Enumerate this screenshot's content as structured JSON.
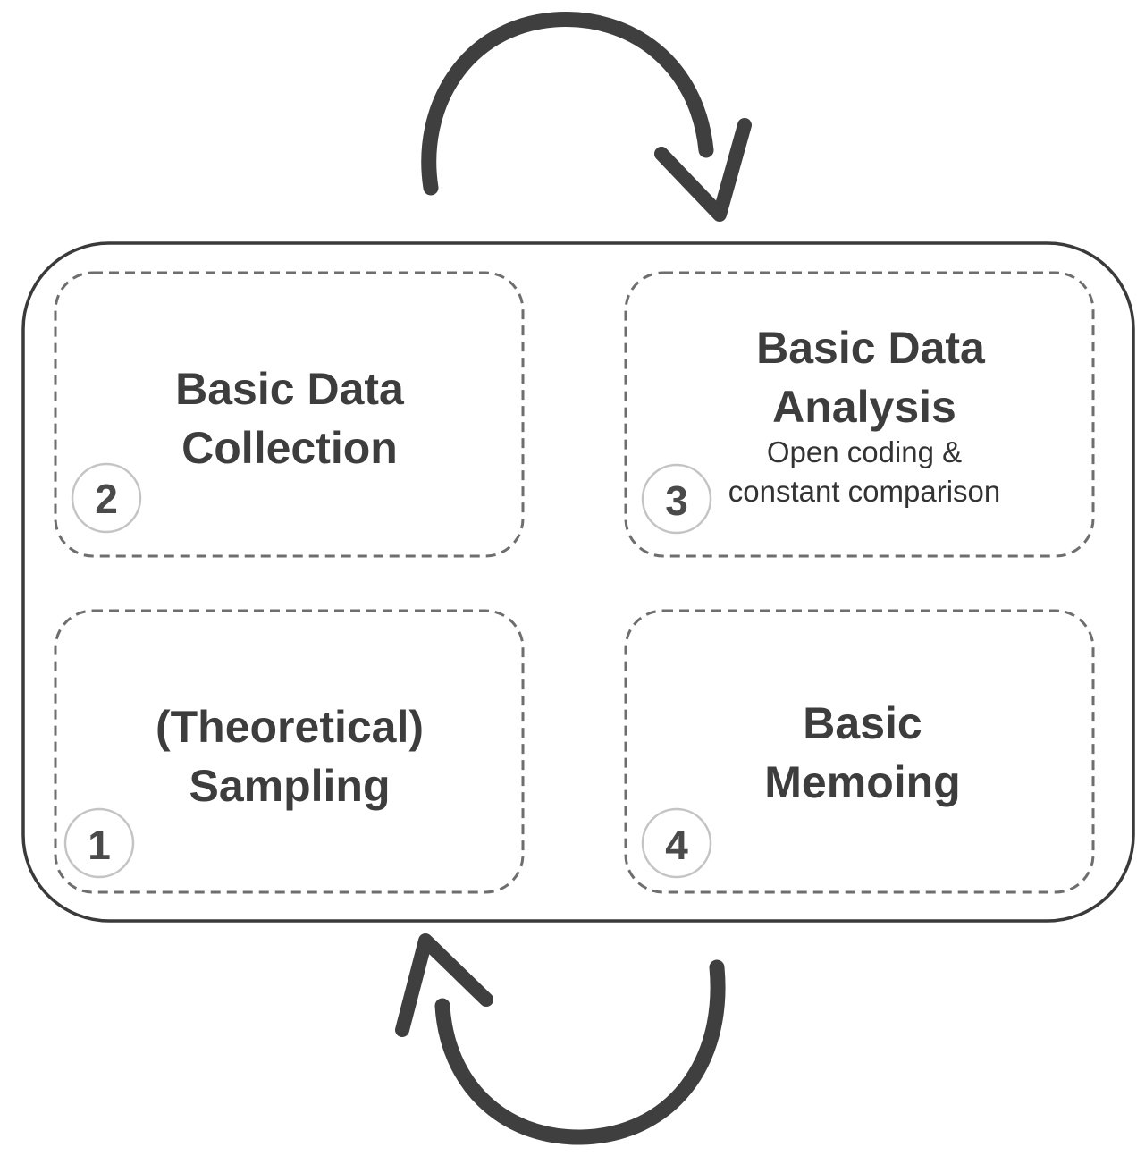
{
  "diagram": {
    "stages": [
      {
        "id": "sampling",
        "number": "1",
        "title_lines": [
          "(Theoretical)",
          "Sampling"
        ],
        "subtitle_lines": []
      },
      {
        "id": "collection",
        "number": "2",
        "title_lines": [
          "Basic Data",
          "Collection"
        ],
        "subtitle_lines": []
      },
      {
        "id": "analysis",
        "number": "3",
        "title_lines": [
          "Basic Data",
          "Analysis"
        ],
        "subtitle_lines": [
          "Open coding &",
          "constant comparison"
        ]
      },
      {
        "id": "memoing",
        "number": "4",
        "title_lines": [
          "Basic",
          "Memoing"
        ],
        "subtitle_lines": []
      }
    ],
    "arrows": [
      {
        "id": "top-cycle",
        "direction": "clockwise",
        "icon": "curved-arrow-icon"
      },
      {
        "id": "bottom-cycle",
        "direction": "clockwise",
        "icon": "curved-arrow-icon"
      }
    ],
    "colors": {
      "text": "#3d3d3d",
      "outline": "#3a3a3a",
      "dashed": "#6e6e6e",
      "badge_ring": "#c4c4c4",
      "arrow": "#3f3f3f"
    }
  }
}
